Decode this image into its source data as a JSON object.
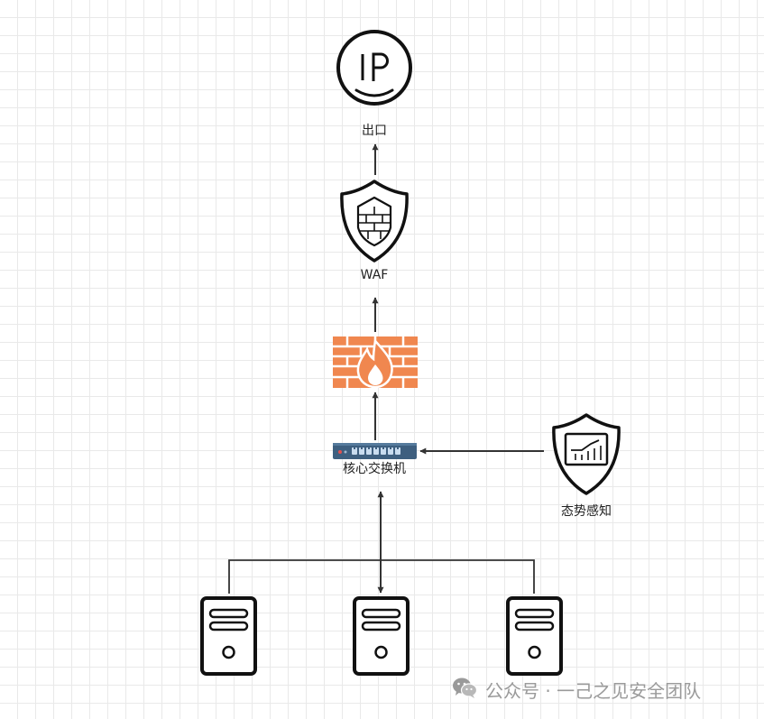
{
  "nodes": {
    "ip_exit": {
      "icon": "ip-icon",
      "glyph": "IP",
      "label": "出口"
    },
    "waf": {
      "icon": "shield-firewall-icon",
      "label": "WAF"
    },
    "firewall": {
      "icon": "firewall-icon"
    },
    "core_switch": {
      "icon": "network-switch-icon",
      "label": "核心交换机"
    },
    "situational_awareness": {
      "icon": "shield-monitor-icon",
      "label": "态势感知"
    },
    "servers": [
      {
        "icon": "server-icon"
      },
      {
        "icon": "server-icon"
      },
      {
        "icon": "server-icon"
      }
    ]
  },
  "watermark": {
    "icon": "wechat-icon",
    "text": "公众号 · 一己之见安全团队"
  },
  "colors": {
    "firewall": "#f0874f",
    "switch": "#3e5f7f",
    "switch_port": "#c9dcef",
    "switch_led": "#e05050",
    "stroke": "#111111",
    "edge": "#333333",
    "watermark": "#9a9a9a"
  }
}
